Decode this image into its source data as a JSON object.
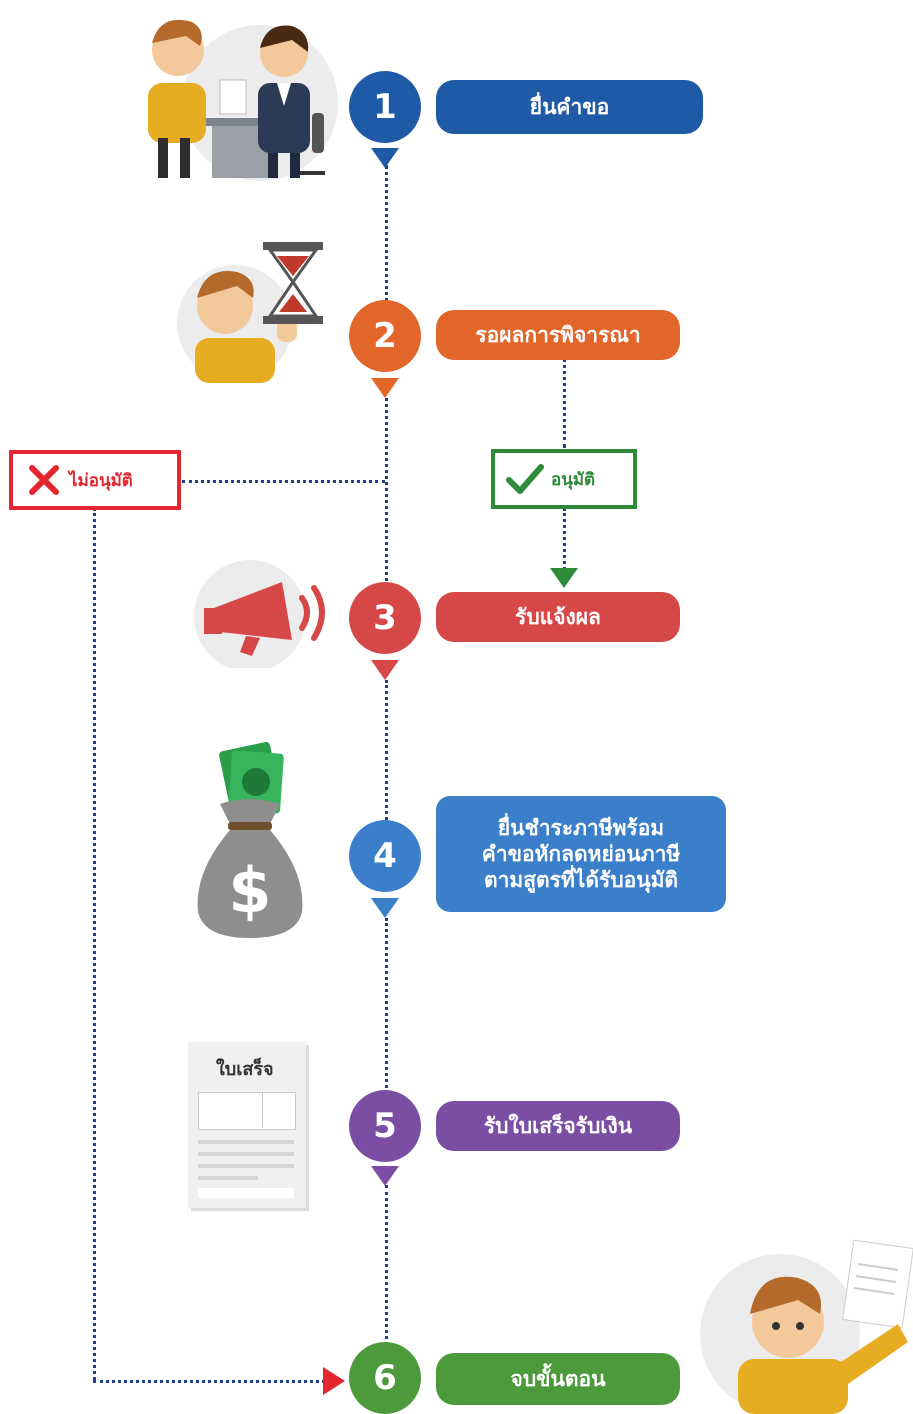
{
  "steps": [
    {
      "num": "1",
      "label": "ยื่นคำขอ",
      "color": "#1f5aa6"
    },
    {
      "num": "2",
      "label": "รอผลการพิจารณา",
      "color": "#e2662a"
    },
    {
      "num": "3",
      "label": "รับแจ้งผล",
      "color": "#d64848"
    },
    {
      "num": "4",
      "label_lines": [
        "ยื่นชำระภาษีพร้อม",
        "คำขอหักลดหย่อนภาษี",
        "ตามสูตรที่ได้รับอนุมัติ"
      ],
      "color": "#3b7ec9"
    },
    {
      "num": "5",
      "label": "รับใบเสร็จรับเงิน",
      "color": "#7a4fa3"
    },
    {
      "num": "6",
      "label": "จบขั้นตอน",
      "color": "#4c9a3c"
    }
  ],
  "branches": {
    "approved": {
      "label": "อนุมัติ",
      "color": "#2e8b3a",
      "icon": "check-icon"
    },
    "rejected": {
      "label": "ไม่อนุมัติ",
      "color": "#e3262f",
      "icon": "cross-icon"
    }
  },
  "receipt": {
    "title": "ใบเสร็จ"
  },
  "connector_color": "#1e3f8a"
}
